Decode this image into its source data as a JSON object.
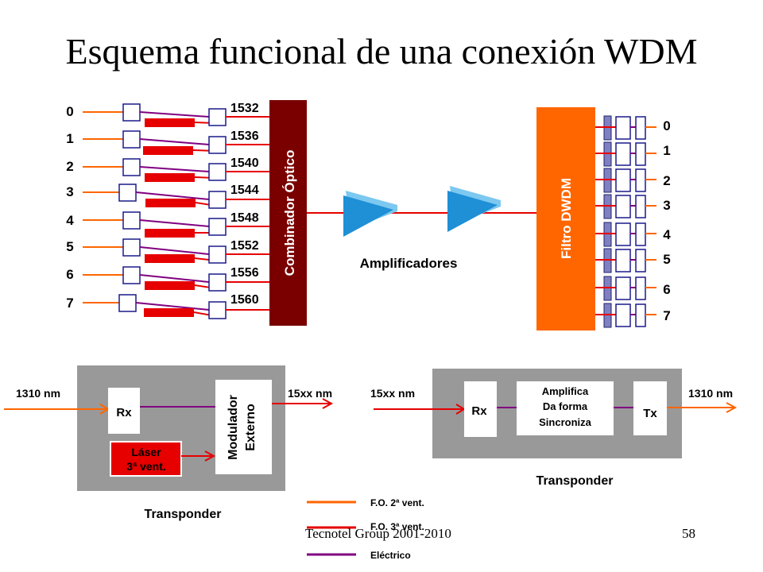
{
  "title": "Esquema funcional de una conexión WDM",
  "input_channels": [
    "0",
    "1",
    "2",
    "3",
    "4",
    "5",
    "6",
    "7"
  ],
  "wavelengths": [
    "1532",
    "1536",
    "1540",
    "1544",
    "1548",
    "1552",
    "1556",
    "1560"
  ],
  "combiner_label": "Combinador Óptico",
  "amplifiers_label": "Amplificadores",
  "filter_label": "Filtro DWDM",
  "output_channels": [
    "0",
    "1",
    "2",
    "3",
    "4",
    "5",
    "6",
    "7"
  ],
  "transponder_tx": {
    "in_label": "1310 nm",
    "out_label": "15xx nm",
    "rx_label": "Rx",
    "modulator_line1": "Modulador",
    "modulator_line2": "Externo",
    "laser_line1": "Láser",
    "laser_line2": "3ª vent.",
    "caption": "Transponder"
  },
  "transponder_rx": {
    "in_label": "15xx nm",
    "out_label": "1310 nm",
    "rx_label": "Rx",
    "tx_label": "Tx",
    "amp_line1": "Amplifica",
    "amp_line2": "Da forma",
    "amp_line3": "Sincroniza",
    "caption": "Transponder"
  },
  "legend": [
    {
      "label": "F.O. 2ª vent.",
      "color": "#ff6600"
    },
    {
      "label": "F.O. 3ª vent.",
      "color": "#e60000"
    },
    {
      "label": "Eléctrico",
      "color": "#800080"
    }
  ],
  "footer_left": "Tecnotel Group 2001-2010",
  "footer_right": "58",
  "colors": {
    "orange": "#ff6600",
    "red": "#e60000",
    "purple": "#800080",
    "combiner": "#7a0000",
    "filter": "#ff6600",
    "amplifier": "#1f8fd6",
    "gray_box": "#999999"
  }
}
